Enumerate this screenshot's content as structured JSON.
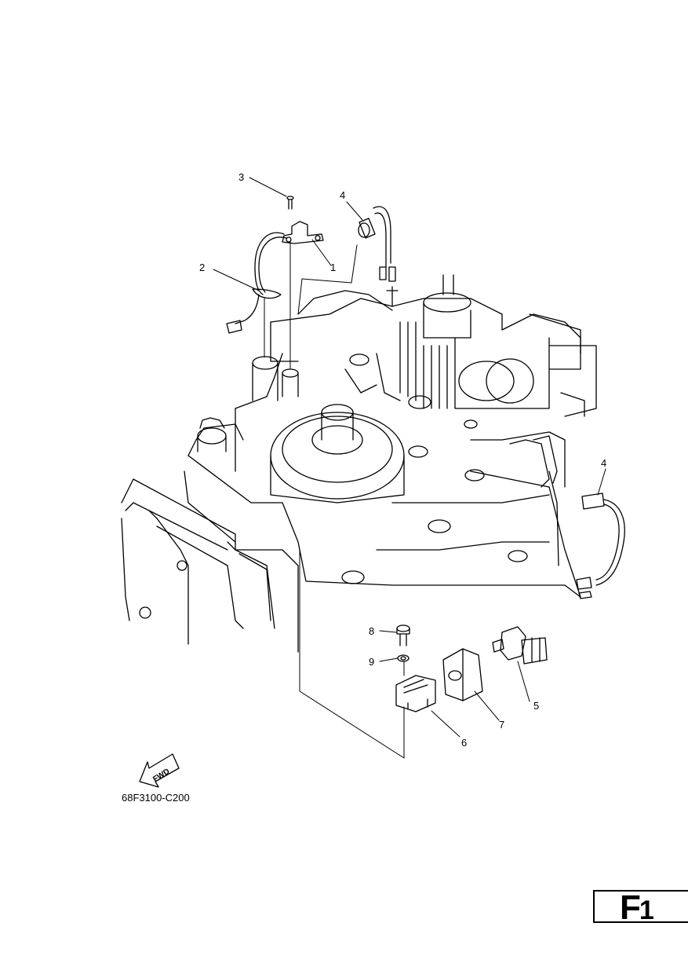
{
  "callouts": [
    {
      "number": "1"
    },
    {
      "number": "2"
    },
    {
      "number": "3"
    },
    {
      "number": "4"
    },
    {
      "number": "4"
    },
    {
      "number": "5"
    },
    {
      "number": "6"
    },
    {
      "number": "7"
    },
    {
      "number": "8"
    },
    {
      "number": "9"
    }
  ],
  "fwd_label": "FWD",
  "diagram_code": "68F3100-C200",
  "page_id": {
    "letter": "F",
    "number": "1"
  }
}
